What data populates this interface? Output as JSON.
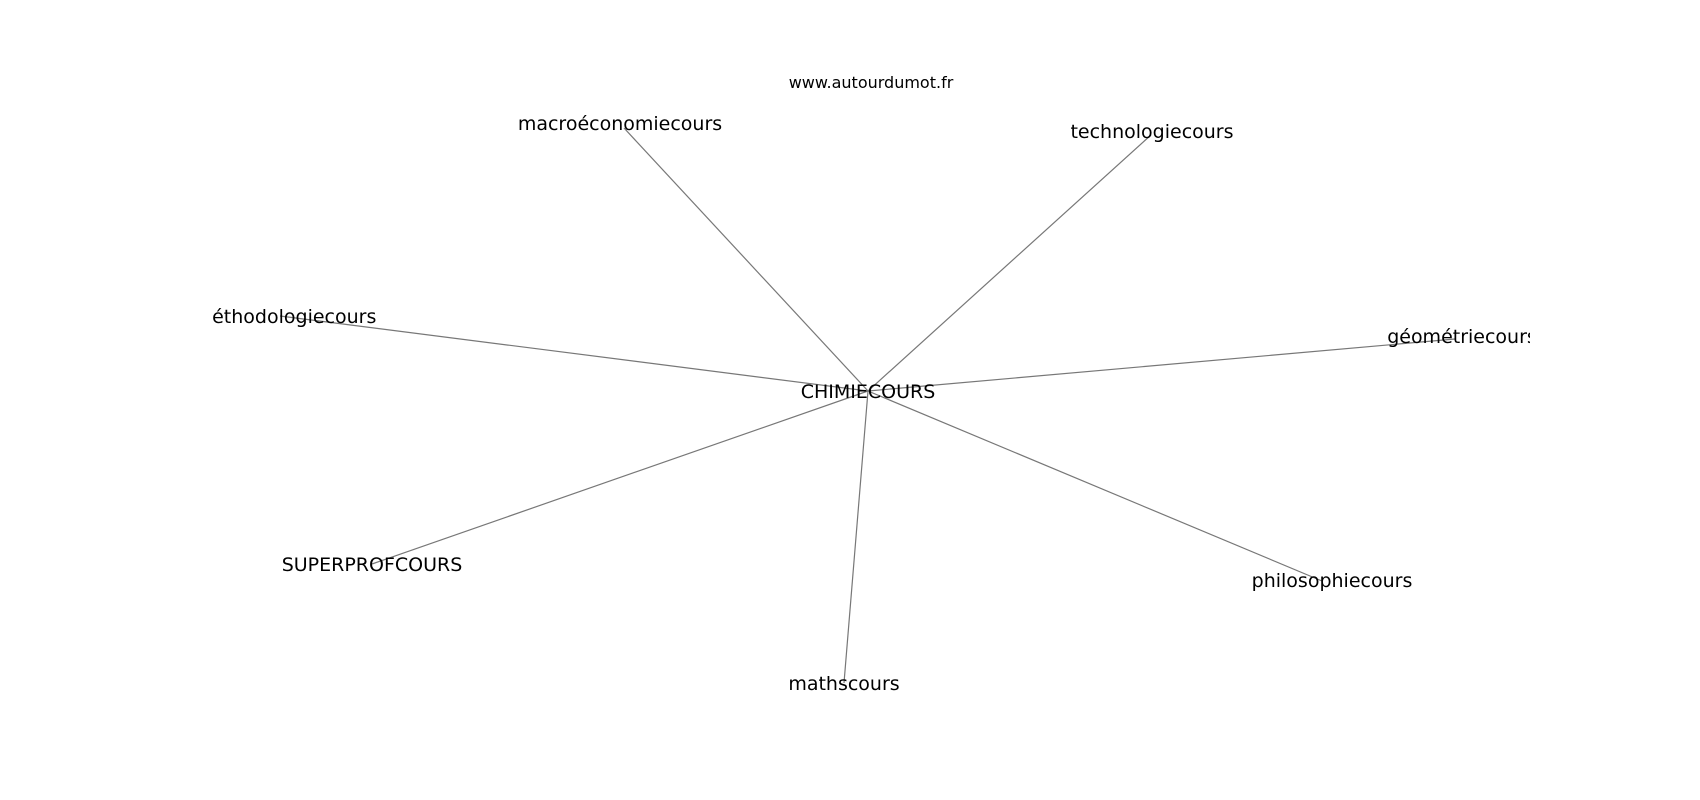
{
  "site": "www.autourdumot.fr",
  "center": {
    "label": "CHIMIECOURS"
  },
  "nodes": [
    {
      "id": "macro",
      "label": "macroéconomiecours"
    },
    {
      "id": "techno",
      "label": "technologiecours"
    },
    {
      "id": "metho",
      "label": "méthodologiecours"
    },
    {
      "id": "geo",
      "label": "géométriecours"
    },
    {
      "id": "superprof",
      "label": "SUPERPROFCOURS"
    },
    {
      "id": "philo",
      "label": "philosophiecours"
    },
    {
      "id": "maths",
      "label": "mathscours"
    }
  ],
  "colors": {
    "edge": "#777777",
    "text": "#000000",
    "background": "#ffffff"
  }
}
